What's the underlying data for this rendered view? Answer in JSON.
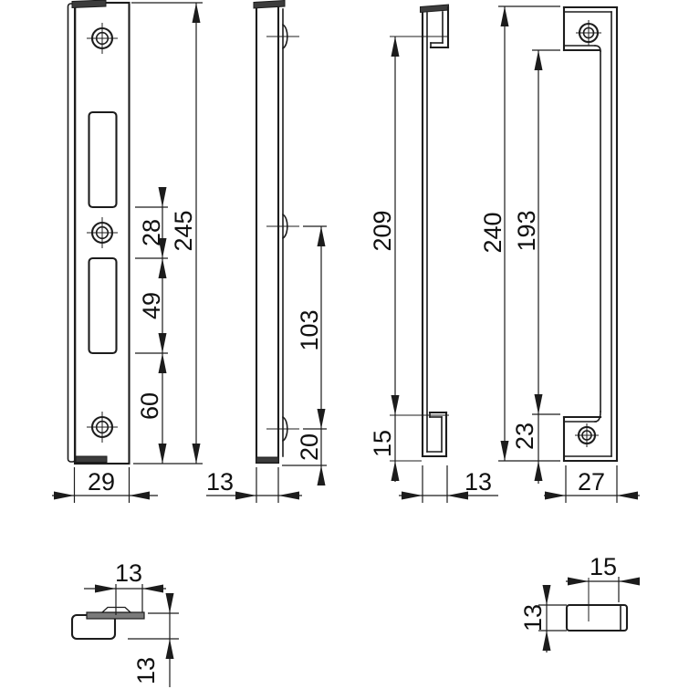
{
  "drawing": {
    "plate_front": {
      "gap": "28",
      "slot_span": "49",
      "lower": "60",
      "total_height": "245",
      "width": "29"
    },
    "plate_side": {
      "hole_span": "103",
      "bottom_offset": "20",
      "thickness": "13"
    },
    "angle_side": {
      "hook_span": "209",
      "bottom_offset": "15",
      "thickness": "13"
    },
    "angle_front": {
      "total_height": "240",
      "inner_span": "193",
      "tab_height": "23",
      "width": "27"
    },
    "clip_detail": {
      "width": "13",
      "depth": "13"
    },
    "block_detail": {
      "width": "15",
      "depth": "13"
    }
  }
}
